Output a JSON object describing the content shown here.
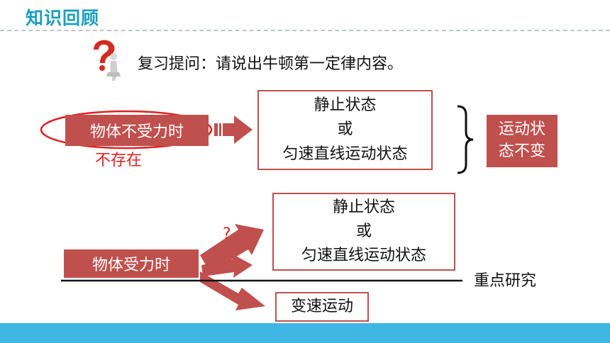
{
  "header": {
    "title": "知识回顾"
  },
  "prompt": {
    "text": "复习提问：请说出牛顿第一定律内容。",
    "icon": "question-person-icon"
  },
  "top": {
    "condition": "物体不受力时",
    "annotation": "不存在",
    "states": {
      "line1": "静止状态",
      "line2": "或",
      "line3": "匀速直线运动状态"
    },
    "conclusion": {
      "line1": "运动状",
      "line2": "态不变"
    }
  },
  "bottom": {
    "condition": "物体受力时",
    "question_mark": "?",
    "states": {
      "line1": "静止状态",
      "line2": "或",
      "line3": "匀速直线运动状态"
    },
    "variable": "变速运动",
    "focus": "重点研究"
  },
  "colors": {
    "accent": "#c0504d",
    "title": "#1a9ec0",
    "bar": "#3fb6e4",
    "annotation": "#e02020"
  }
}
